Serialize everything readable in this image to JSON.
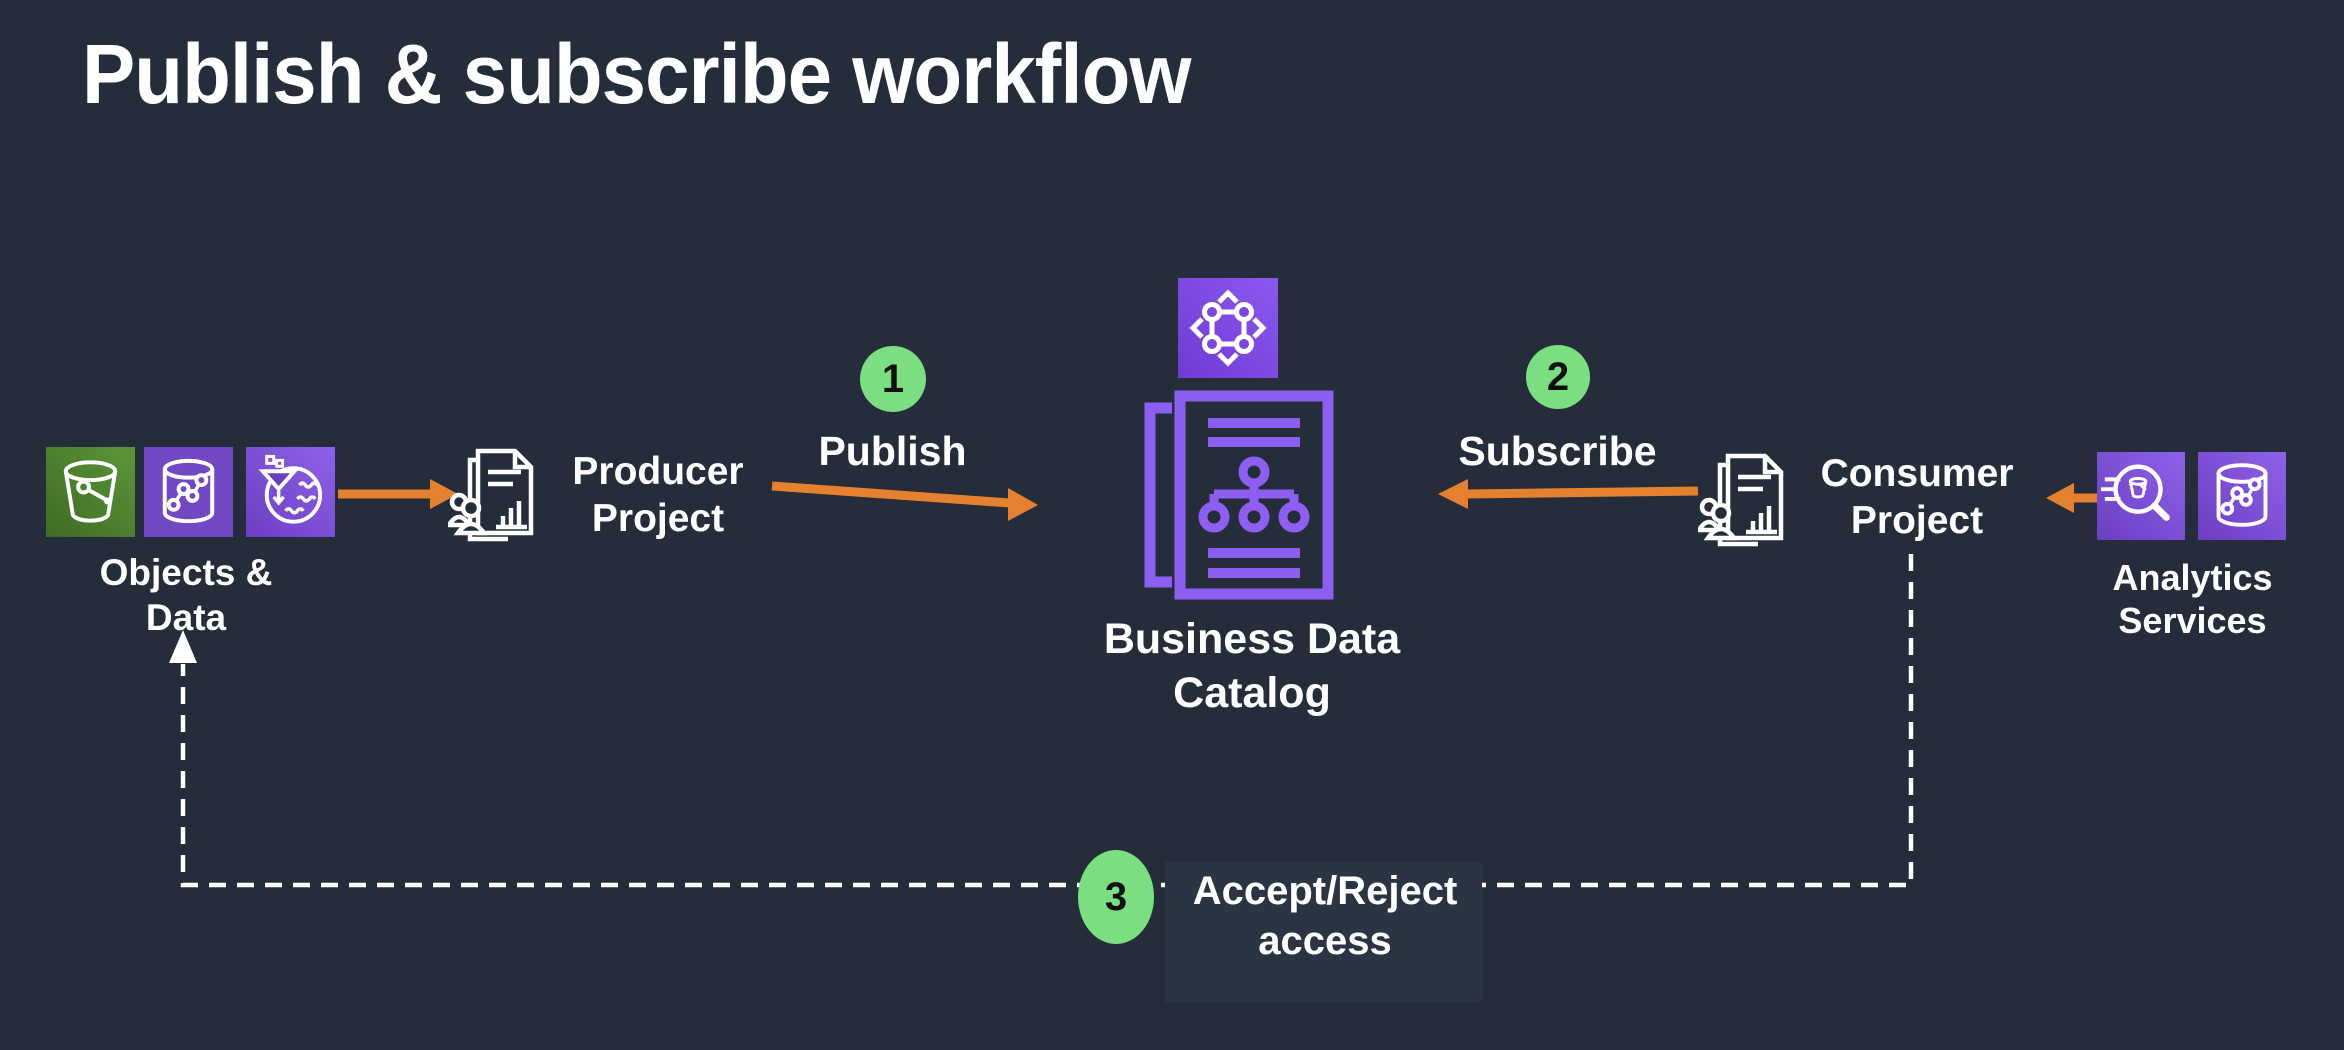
{
  "title": "Publish & subscribe workflow",
  "colors": {
    "background": "#252D3A",
    "arrow_orange": "#E5812E",
    "step_green": "#7BDF82",
    "step_number_color": "#101010",
    "catalog_purple": "#8C5EF2",
    "purple_square": "#7149C4",
    "accept_box_bg": "#2A3443",
    "text_white": "#FFFFFF"
  },
  "nodes": {
    "objects": {
      "line1": "Objects &",
      "line2": "Data"
    },
    "producer": {
      "line1": "Producer",
      "line2": "Project"
    },
    "catalog": {
      "line1": "Business Data",
      "line2": "Catalog"
    },
    "consumer": {
      "line1": "Consumer",
      "line2": "Project"
    },
    "analytics": {
      "line1": "Analytics",
      "line2": "Services"
    }
  },
  "steps": {
    "step1": {
      "number": "1",
      "label": "Publish"
    },
    "step2": {
      "number": "2",
      "label": "Subscribe"
    },
    "step3": {
      "number": "3",
      "line1": "Accept/Reject",
      "line2": "access"
    }
  },
  "icons": {
    "objects": [
      "s3-bucket-icon",
      "database-icon",
      "data-lake-icon"
    ],
    "producer": "project-documents-icon",
    "catalog_service": "datazone-icon",
    "catalog": "data-catalog-icon",
    "consumer": "project-documents-icon",
    "analytics": [
      "query-magnifier-icon",
      "database-icon"
    ]
  }
}
